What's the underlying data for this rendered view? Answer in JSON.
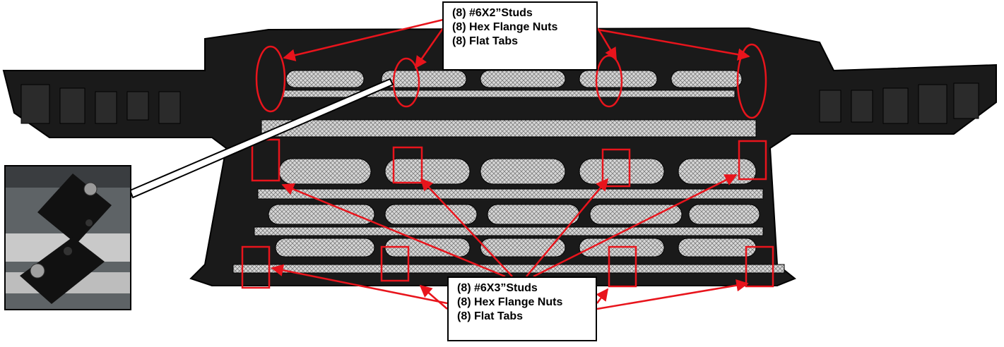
{
  "callouts": {
    "top": {
      "lines": [
        "(8) #6X2”Studs",
        "(8) Hex Flange Nuts",
        "(8) Flat Tabs"
      ]
    },
    "bottom": {
      "lines": [
        "(8) #6X3”Studs",
        "(8) Hex Flange Nuts",
        "(8) Flat Tabs"
      ]
    }
  },
  "colors": {
    "marker": "#e8141c",
    "grille_body": "#1a1a1a",
    "mesh": "#bdbdbd"
  }
}
